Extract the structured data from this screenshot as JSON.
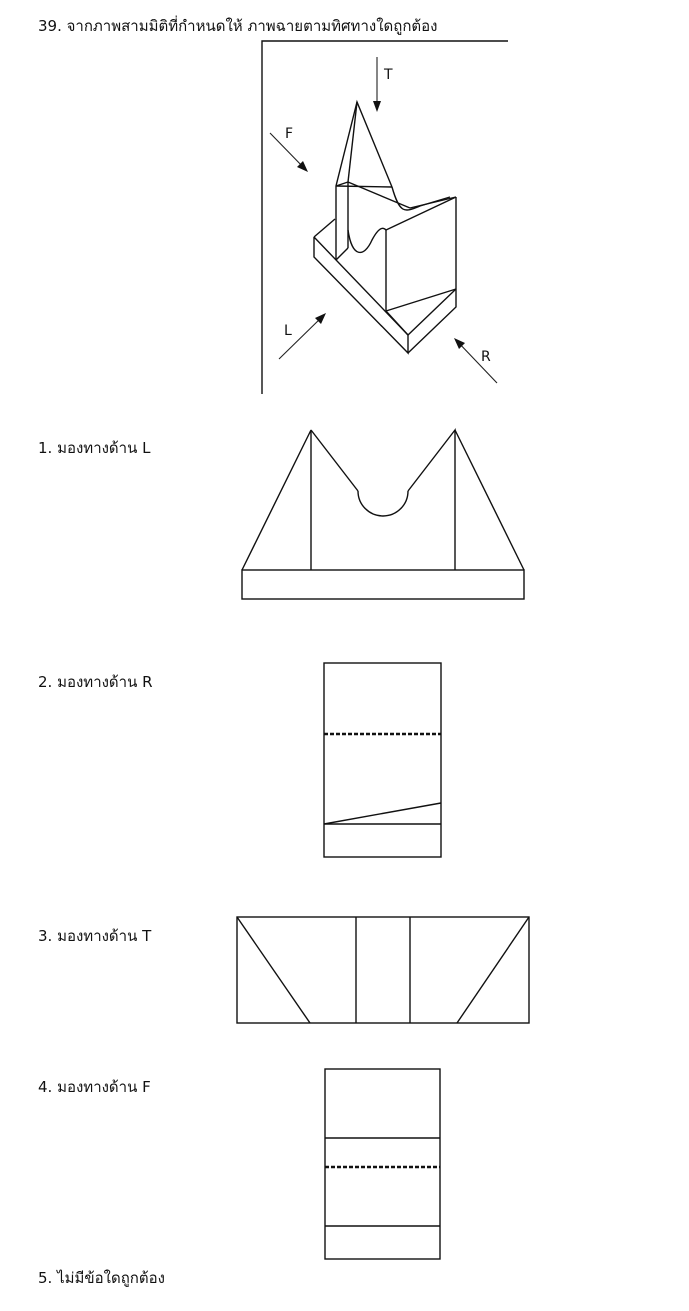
{
  "question": {
    "title": "39. จากภาพสามมิติที่กำหนดให้ ภาพฉายตามทิศทางใดถูกต้อง"
  },
  "isometric_figure": {
    "direction_labels": {
      "top": "T",
      "front": "F",
      "left": "L",
      "right": "R"
    }
  },
  "options": [
    {
      "label": "1. มองทางด้าน L"
    },
    {
      "label": "2. มองทางด้าน R"
    },
    {
      "label": "3. มองทางด้าน T"
    },
    {
      "label": "4. มองทางด้าน F"
    },
    {
      "label": "5. ไม่มีข้อใดถูกต้อง"
    }
  ]
}
